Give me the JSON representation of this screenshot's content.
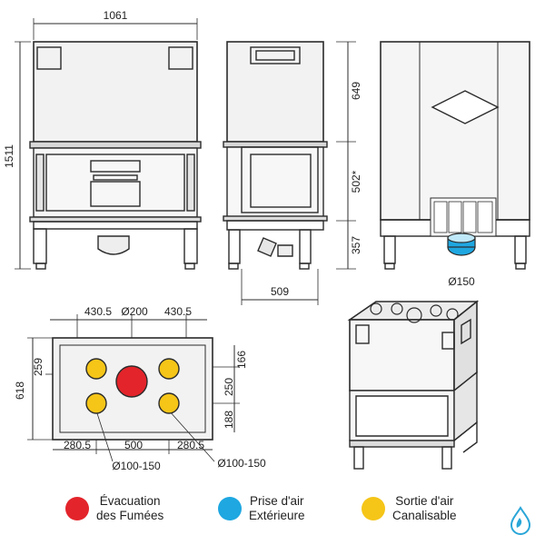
{
  "dimensions": {
    "front_width": "1061",
    "total_height": "1511",
    "side_top": "649",
    "side_mid": "502*",
    "side_bottom": "357",
    "side_depth": "509",
    "back_outlet": "Ø150",
    "top_left": "430.5",
    "top_center": "Ø200",
    "top_right": "430.5",
    "top_depth": "618",
    "top_left_offset": "259",
    "top_right_a": "166",
    "top_right_b": "250",
    "top_right_c": "188",
    "bottom_left": "280.5",
    "bottom_center": "500",
    "bottom_right": "280.5",
    "duct_left": "Ø100-150",
    "duct_right": "Ø100-150"
  },
  "legend": [
    {
      "line1": "Évacuation",
      "line2": "des Fumées",
      "color": "#e3242b"
    },
    {
      "line1": "Prise d'air",
      "line2": "Extérieure",
      "color": "#1ea7e1"
    },
    {
      "line1": "Sortie d'air",
      "line2": "Canalisable",
      "color": "#f5c518"
    }
  ],
  "colors": {
    "line": "#2b2b2b",
    "smoke": "#e3242b",
    "air_in": "#1ea7e1",
    "air_out": "#f5c518",
    "logo": "#2aa6d8"
  },
  "icons": {
    "logo": "flame-drop-logo"
  }
}
